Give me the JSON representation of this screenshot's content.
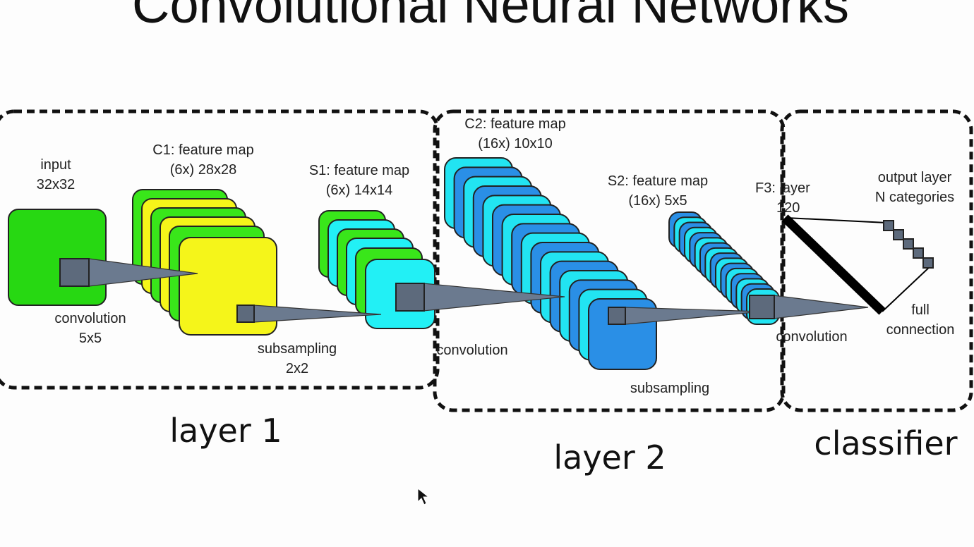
{
  "title": "Convolutional Neural Networks",
  "labels": {
    "input": "input",
    "input_size": "32x32",
    "c1": "C1: feature map",
    "c1_size": "(6x) 28x28",
    "s1": "S1: feature map",
    "s1_size": "(6x) 14x14",
    "c2": "C2: feature map",
    "c2_size": "(16x) 10x10",
    "s2": "S2: feature map",
    "s2_size": "(16x) 5x5",
    "f3": "F3: layer",
    "f3_size": "120",
    "output": "output layer",
    "output_size": "N categories",
    "conv1": "convolution",
    "conv1_size": "5x5",
    "sub1": "subsampling",
    "sub1_size": "2x2",
    "conv2": "convolution",
    "sub2": "subsampling",
    "conv3": "convolution",
    "full1": "full",
    "full2": "connection"
  },
  "groups": {
    "layer1": "layer 1",
    "layer2": "layer 2",
    "classifier": "classifier"
  },
  "colors": {
    "input": "#27d812",
    "c1_front": "#f5f51a",
    "c1_back": "#39e61a",
    "s1_front": "#22f0f5",
    "s1_back": "#39e61a",
    "c2_light": "#22e4f2",
    "c2_dark": "#2a8fe6",
    "kernel": "#5d6a7c"
  },
  "icons": {
    "cursor": "mouse-pointer-icon"
  }
}
